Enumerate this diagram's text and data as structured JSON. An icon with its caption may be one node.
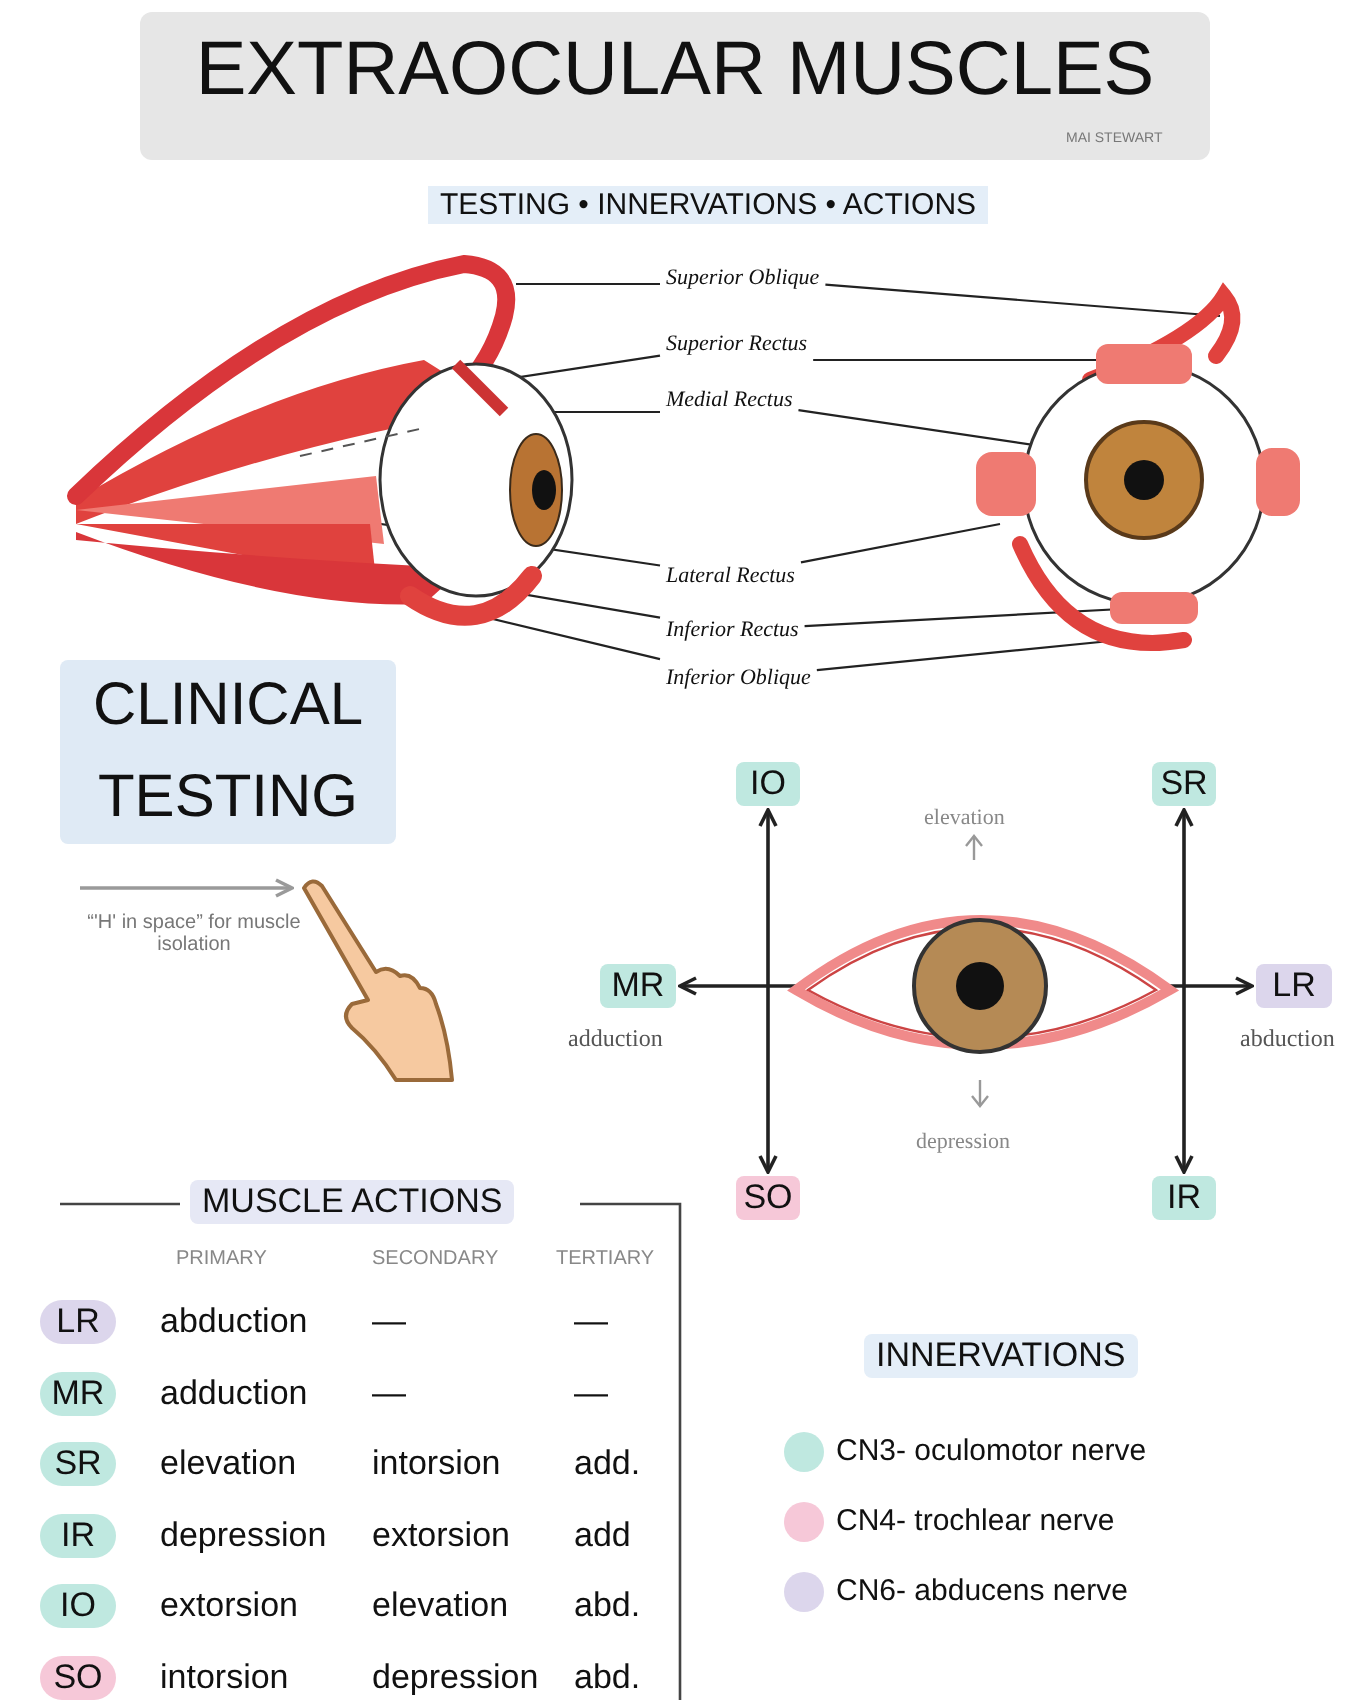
{
  "diagram": {
    "title": "EXTRAOCULAR MUSCLES",
    "nodes": [
      {
        "text": [
          "Superior Oblique"
        ]
      },
      {
        "text": [
          "Superior Rectus"
        ]
      },
      {
        "text": [
          "Medial Rectus"
        ]
      },
      {
        "text": [
          "Lateral Rectus"
        ]
      },
      {
        "text": [
          "Inferior Rectus"
        ]
      },
      {
        "text": [
          "Inferior Oblique"
        ]
      },
      {
        "text": [],
        "shape": "picture"
      },
      {
        "text": [
          "IO"
        ]
      },
      {
        "text": [
          "SR"
        ]
      },
      {
        "text": [
          "MR"
        ],
        "beside": [
          "adduction"
        ]
      },
      {
        "text": [
          "LR"
        ],
        "beside": [
          "abduction"
        ]
      },
      {
        "text": [
          "SO"
        ]
      },
      {
        "text": [
          "IR"
        ]
      },
      {
        "text": [
          "LR"
        ]
      },
      {
        "text": [
          "MR"
        ]
      },
      {
        "text": [
          "SR"
        ]
      },
      {
        "text": [
          "IR"
        ]
      },
      {
        "text": [
          "IO"
        ]
      },
      {
        "text": [
          "SO"
        ]
      }
    ],
    "edges": [
      {
        "from": 0,
        "to": null,
        "arrow": "none"
      },
      {
        "from": 0,
        "to": null,
        "arrow": "none"
      },
      {
        "from": 1,
        "to": null,
        "arrow": "none"
      },
      {
        "from": 1,
        "to": null,
        "arrow": "none"
      },
      {
        "from": 2,
        "to": null,
        "arrow": "none"
      },
      {
        "from": 2,
        "to": null,
        "arrow": "none"
      },
      {
        "from": 3,
        "to": null,
        "arrow": "none"
      },
      {
        "from": 3,
        "to": null,
        "arrow": "none"
      },
      {
        "from": 4,
        "to": null,
        "arrow": "none"
      },
      {
        "from": 4,
        "to": null,
        "arrow": "none"
      },
      {
        "from": 5,
        "to": null,
        "arrow": "none"
      },
      {
        "from": 5,
        "to": null,
        "arrow": "none"
      },
      {
        "from": null,
        "to": 6,
        "arrow": "to",
        "color": "#9a9a9a"
      },
      {
        "from": 7,
        "to": 11,
        "arrow": "both"
      },
      {
        "from": 8,
        "to": 12,
        "arrow": "both"
      },
      {
        "from": 9,
        "to": 10,
        "arrow": "both"
      }
    ],
    "labels": [
      "MAI STEWART",
      "TESTING • INNERVATIONS • ACTIONS",
      "CLINICAL TESTING",
      "“'H' in space” for muscle isolation",
      "elevation",
      "depression",
      "MUSCLE ACTIONS",
      "PRIMARY",
      "SECONDARY",
      "TERTIARY",
      "abduction",
      "—",
      "—",
      "adduction",
      "—",
      "—",
      "elevation",
      "intorsion",
      "add.",
      "depression",
      "extorsion",
      "add",
      "extorsion",
      "elevation",
      "abd.",
      "intorsion",
      "depression",
      "abd.",
      "INNERVATIONS"
    ],
    "legend": [
      {
        "text": "CN3- oculomotor nerve",
        "color": "#bfe8e0"
      },
      {
        "text": "CN4- trochlear nerve",
        "color": "#f6c8d8"
      },
      {
        "text": "CN6- abducens nerve",
        "color": "#dcd6ec"
      }
    ]
  }
}
